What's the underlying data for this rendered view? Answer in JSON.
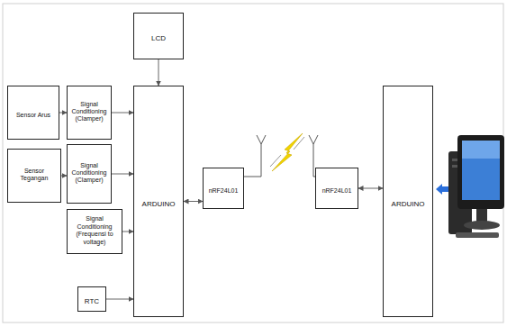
{
  "diagram": {
    "nodes": [
      {
        "text": [
          "LCD"
        ]
      },
      {
        "text": [
          "Sensor Arus"
        ]
      },
      {
        "text": [
          "Signal Conditioning (Clamper)"
        ]
      },
      {
        "text": [
          "Sensor Tegangan"
        ]
      },
      {
        "text": [
          "Signal Conditioning (Clamper)"
        ]
      },
      {
        "text": [
          "Signal Conditioning (Frequensi to voltage)"
        ]
      },
      {
        "text": [
          "RTC"
        ]
      },
      {
        "text": [
          "ARDUINO"
        ]
      },
      {
        "text": [
          "nRF24L01"
        ]
      },
      {
        "text": [
          "nRF24L01"
        ]
      },
      {
        "text": [
          "ARDUINO"
        ]
      }
    ],
    "edges": [
      {
        "from": 1,
        "to": 2,
        "arrow": "to"
      },
      {
        "from": 3,
        "to": 4,
        "arrow": "to"
      },
      {
        "from": 2,
        "to": 7,
        "arrow": "to"
      },
      {
        "from": 4,
        "to": 7,
        "arrow": "to"
      },
      {
        "from": 5,
        "to": 7,
        "arrow": "to"
      },
      {
        "from": 6,
        "to": 7,
        "arrow": "to"
      },
      {
        "from": 0,
        "to": 7,
        "arrow": "to"
      },
      {
        "from": 7,
        "to": 8,
        "arrow": "both"
      },
      {
        "from": 9,
        "to": 10,
        "arrow": "both"
      }
    ]
  }
}
